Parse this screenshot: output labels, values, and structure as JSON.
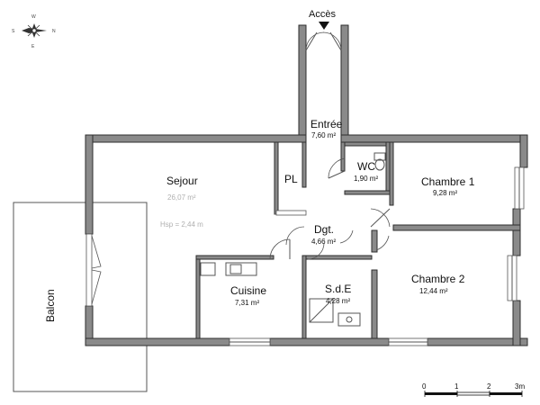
{
  "access_label": "Accès",
  "compass": {
    "north": "N",
    "south": "S",
    "east": "E",
    "west": "W"
  },
  "rooms": {
    "entree": {
      "name": "Entrée",
      "area": "7,60 m²"
    },
    "sejour": {
      "name": "Sejour",
      "area": "26,07 m²",
      "height_note": "Hsp = 2,44 m"
    },
    "pl": {
      "name": "PL"
    },
    "wc": {
      "name": "WC",
      "area": "1,90 m²"
    },
    "chambre1": {
      "name": "Chambre 1",
      "area": "9,28 m²"
    },
    "dgt": {
      "name": "Dgt.",
      "area": "4,66 m²"
    },
    "cuisine": {
      "name": "Cuisine",
      "area": "7,31 m²"
    },
    "sde": {
      "name": "S.d.E",
      "area": "4,28 m²"
    },
    "chambre2": {
      "name": "Chambre 2",
      "area": "12,44 m²"
    },
    "balcon": {
      "name": "Balcon"
    }
  },
  "scale_bar": {
    "labels": [
      "0",
      "1",
      "2",
      "3m"
    ]
  }
}
